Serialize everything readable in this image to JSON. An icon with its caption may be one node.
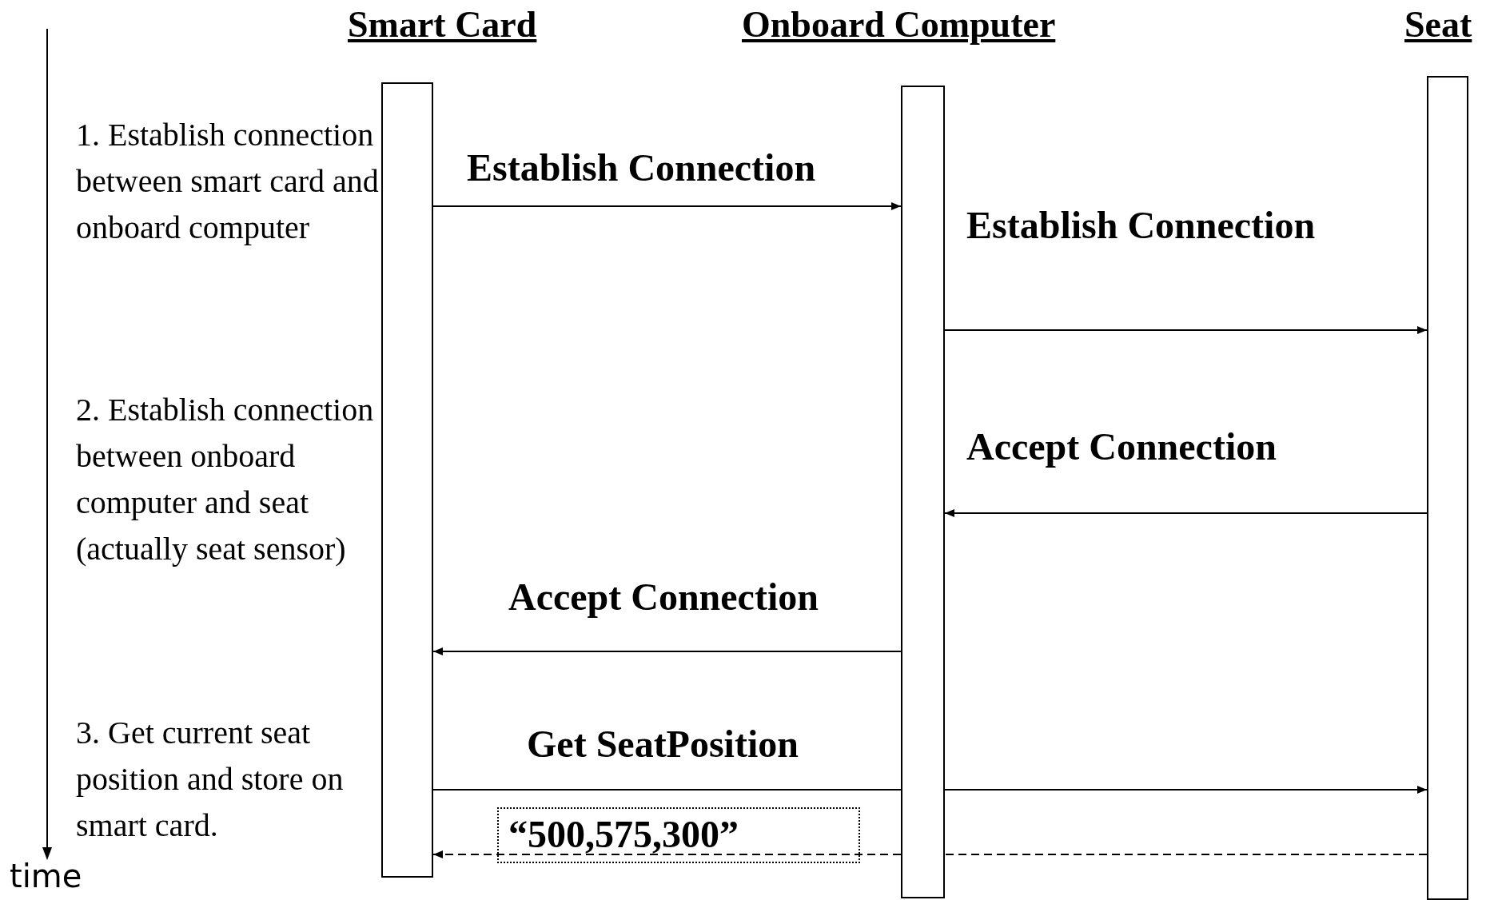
{
  "diagram": {
    "nodes": [
      {
        "text": [
          "Smart Card"
        ]
      },
      {
        "text": [
          "Onboard Computer"
        ]
      },
      {
        "text": [
          "Seat"
        ]
      }
    ],
    "edges": [
      {
        "from": 0,
        "to": 1,
        "arrow": "to",
        "label": "Establish  Connection"
      },
      {
        "from": 1,
        "to": 2,
        "arrow": "to",
        "label": "Establish  Connection"
      },
      {
        "from": 2,
        "to": 1,
        "arrow": "to",
        "label": "Accept Connection"
      },
      {
        "from": 1,
        "to": 0,
        "arrow": "to",
        "label": "Accept Connection"
      },
      {
        "from": 0,
        "to": 1,
        "arrow": "none",
        "label": "Get SeatPosition"
      },
      {
        "from": 1,
        "to": 2,
        "arrow": "to"
      },
      {
        "from": 2,
        "to": 1,
        "arrow": "none",
        "style": "dashed"
      },
      {
        "from": 1,
        "to": 0,
        "arrow": "to",
        "style": "dashed",
        "label": "“500,575,300”"
      }
    ],
    "labels": [
      "1. Establish connection between smart card and onboard computer",
      "2. Establish connection between onboard computer and seat (actually seat sensor)",
      "3. Get current seat position and store on smart card.",
      "time"
    ]
  }
}
